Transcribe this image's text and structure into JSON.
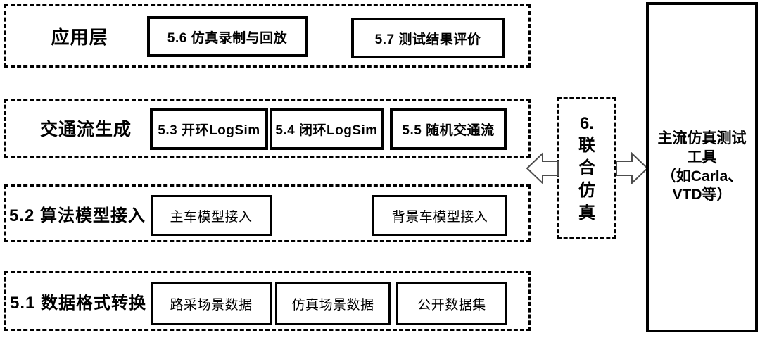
{
  "page": {
    "background": "#ffffff",
    "line_color": "#000000",
    "arrow_outline": "#4d4d4d"
  },
  "rows": [
    {
      "label": "应用层",
      "boxes": [
        "5.6 仿真录制与回放",
        "5.7 测试结果评价"
      ]
    },
    {
      "label": "交通流生成",
      "boxes": [
        "5.3 开环LogSim",
        "5.4 闭环LogSim",
        "5.5 随机交通流"
      ]
    },
    {
      "label": "5.2 算法模型接入",
      "boxes": [
        "主车模型接入",
        "背景车模型接入"
      ]
    },
    {
      "label": "5.1 数据格式转换",
      "boxes": [
        "路采场景数据",
        "仿真场景数据",
        "公开数据集"
      ]
    }
  ],
  "connector": {
    "lines": [
      "6.",
      "联",
      "合",
      "仿",
      "真"
    ]
  },
  "target_tool": {
    "lines": [
      "主流仿真测试",
      "工具",
      "（如Carla、",
      "VTD等）"
    ]
  }
}
